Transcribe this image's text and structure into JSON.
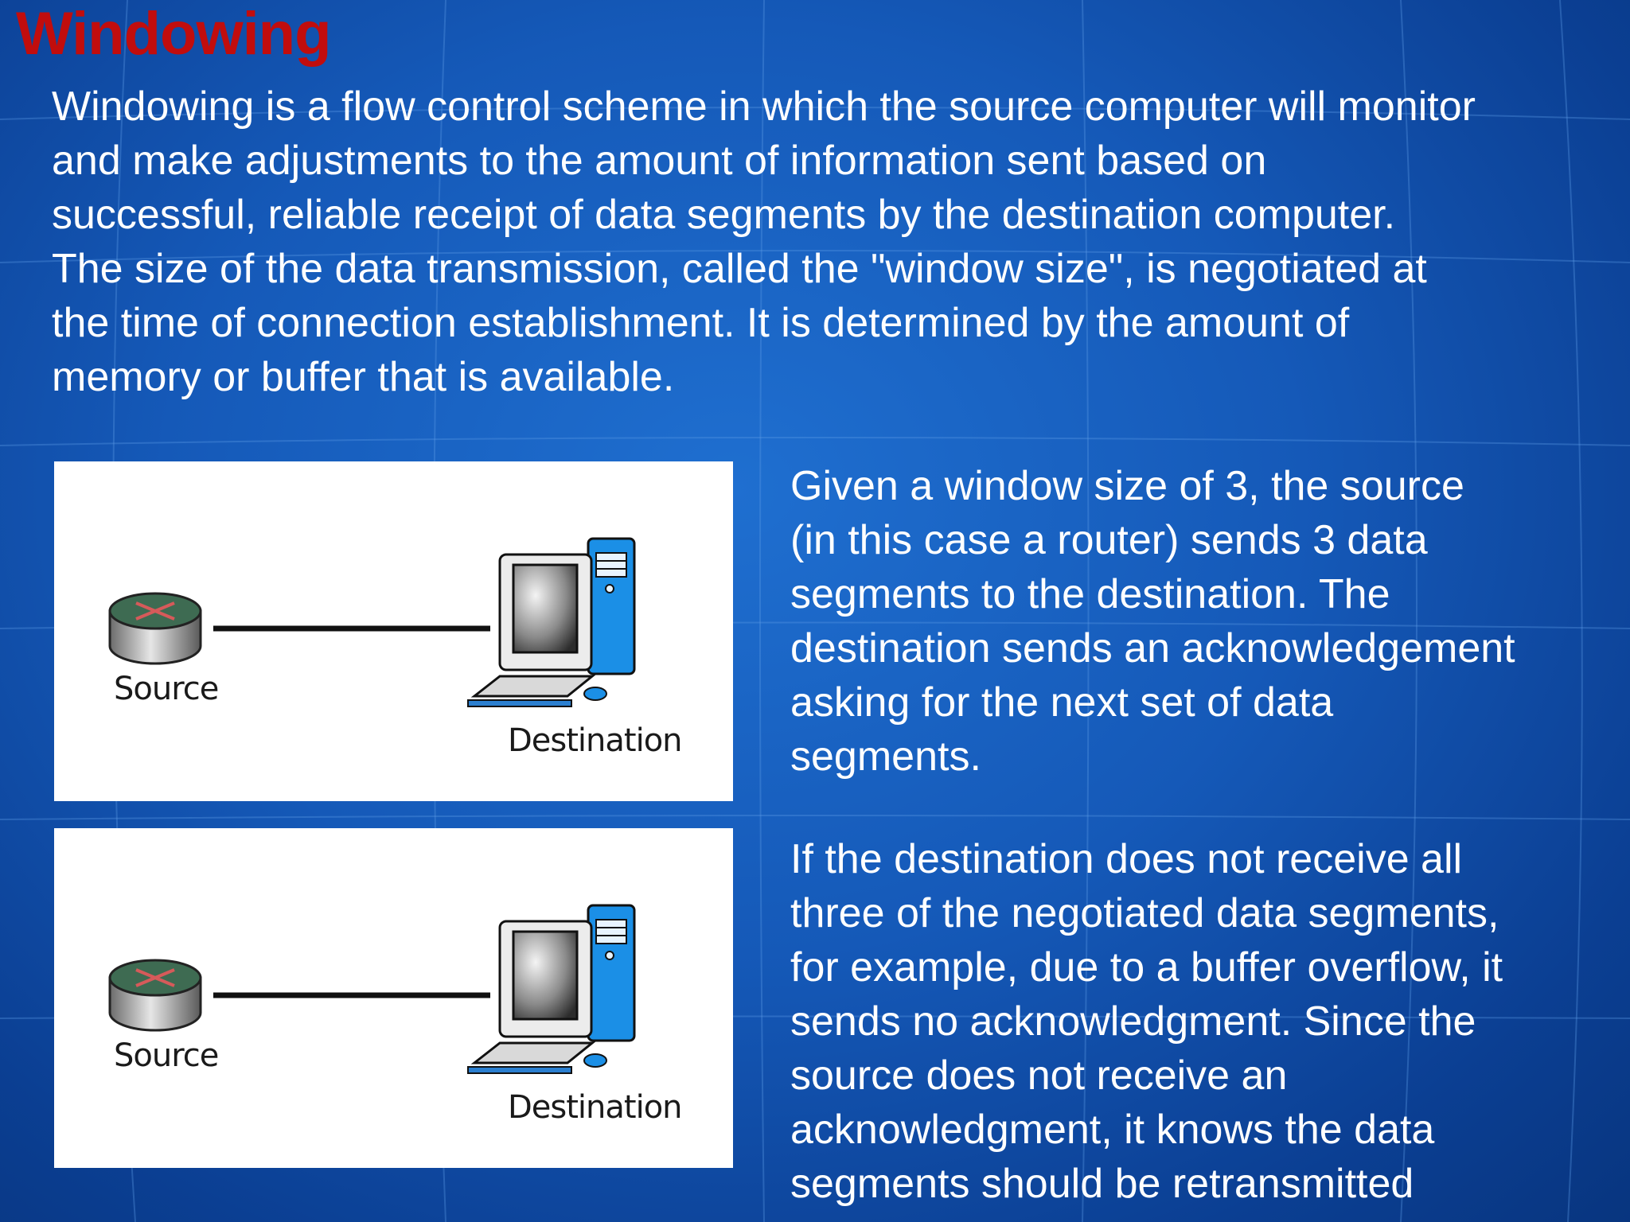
{
  "slide": {
    "title": "Windowing",
    "intro_lines": [
      "Windowing is a flow control scheme in which the source computer will monitor",
      "and make adjustments to the amount of information sent based on",
      "successful, reliable receipt of data segments by the destination computer.",
      "The size of the data transmission, called the \"window size\", is negotiated at",
      "the time of connection establishment. It is determined by the amount of",
      "memory or buffer that is available."
    ]
  },
  "diagrams": [
    {
      "source_label": "Source",
      "destination_label": "Destination"
    },
    {
      "source_label": "Source",
      "destination_label": "Destination"
    }
  ],
  "side_paragraphs": [
    {
      "lines": [
        "Given a window size of 3, the source",
        "(in this case a router) sends 3 data",
        "segments to the destination. The",
        "destination sends an acknowledgement",
        "asking for the next set of data",
        "segments."
      ]
    },
    {
      "lines": [
        "If the destination does not receive all",
        "three of the negotiated data segments,",
        "for example, due to a buffer overflow, it",
        "sends no acknowledgment. Since the",
        "source does not receive an",
        "acknowledgment, it knows the data",
        "segments should be retransmitted"
      ]
    }
  ],
  "icons": [
    "router-icon",
    "desktop-computer-icon"
  ],
  "colors": {
    "background": "#1559b8",
    "title": "#c10d0d",
    "text": "#ffffff",
    "panel": "#ffffff",
    "computer_blue": "#1b8fe6",
    "router_green": "#3e6b52"
  }
}
